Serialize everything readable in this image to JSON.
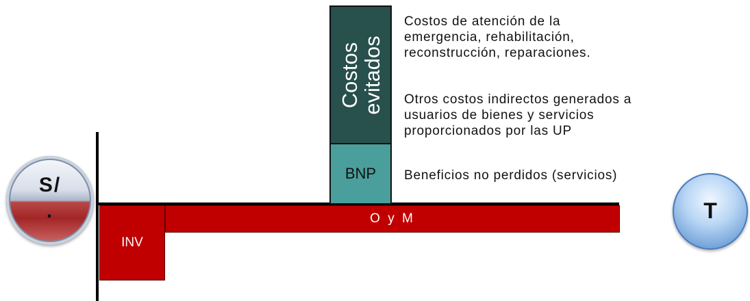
{
  "currency_symbol": {
    "line1": "S/",
    "line2": "."
  },
  "time_symbol": "T",
  "bars": {
    "inv": "INV",
    "oym": "O y M",
    "bnp": "BNP",
    "costos_evitados": [
      "Costos",
      "evitados"
    ]
  },
  "notes": {
    "costos_atencion": [
      "Costos de atención de la",
      "emergencia, rehabilitación,",
      "reconstrucción, reparaciones."
    ],
    "otros_costos": [
      "Otros costos indirectos generados a",
      "usuarios de bienes y servicios",
      "proporcionados por las UP"
    ],
    "beneficios": "Beneficios no perdidos (servicios)"
  },
  "colors": {
    "red_bar": "#c00000",
    "teal_bar": "#4a9e9b",
    "dark_teal_bar": "#28504c"
  }
}
